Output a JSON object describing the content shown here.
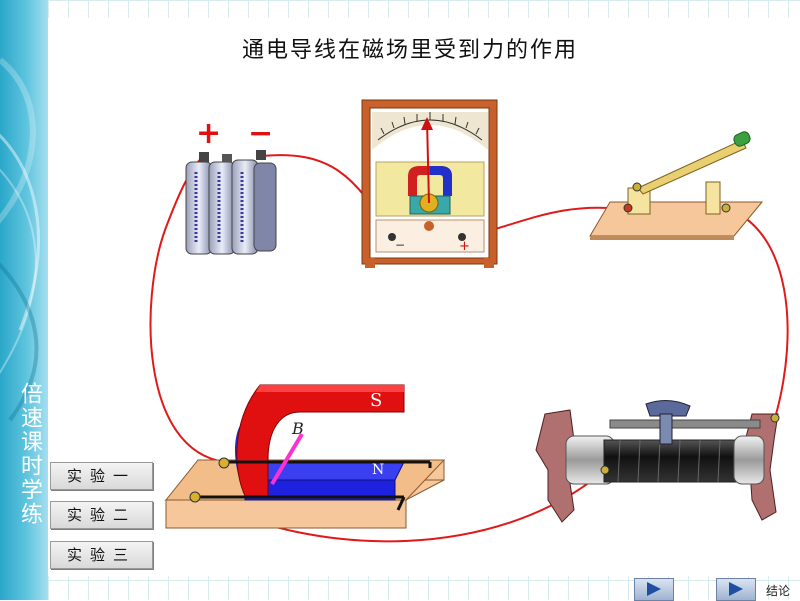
{
  "sidebar": {
    "title": "倍速课时学练"
  },
  "title": "通电导线在磁场里受到力的作用",
  "battery": {
    "plus_symbol": "+",
    "minus_symbol": "−"
  },
  "meter": {
    "minus_symbol": "−",
    "plus_symbol": "+"
  },
  "magnet": {
    "south_label": "S",
    "north_label": "N",
    "field_label": "B"
  },
  "experiments": [
    {
      "label": "实验一"
    },
    {
      "label": "实验二"
    },
    {
      "label": "实验三"
    }
  ],
  "footer": {
    "conclusion_label": "结论"
  },
  "colors": {
    "sidebar": "#3fb5d6",
    "wire": "#e01a1a",
    "magnet_red": "#e01010",
    "magnet_blue": "#1e22e0",
    "board": "#f6c79a",
    "meter_frame": "#c7602a",
    "meter_face": "#f3e8a0"
  }
}
